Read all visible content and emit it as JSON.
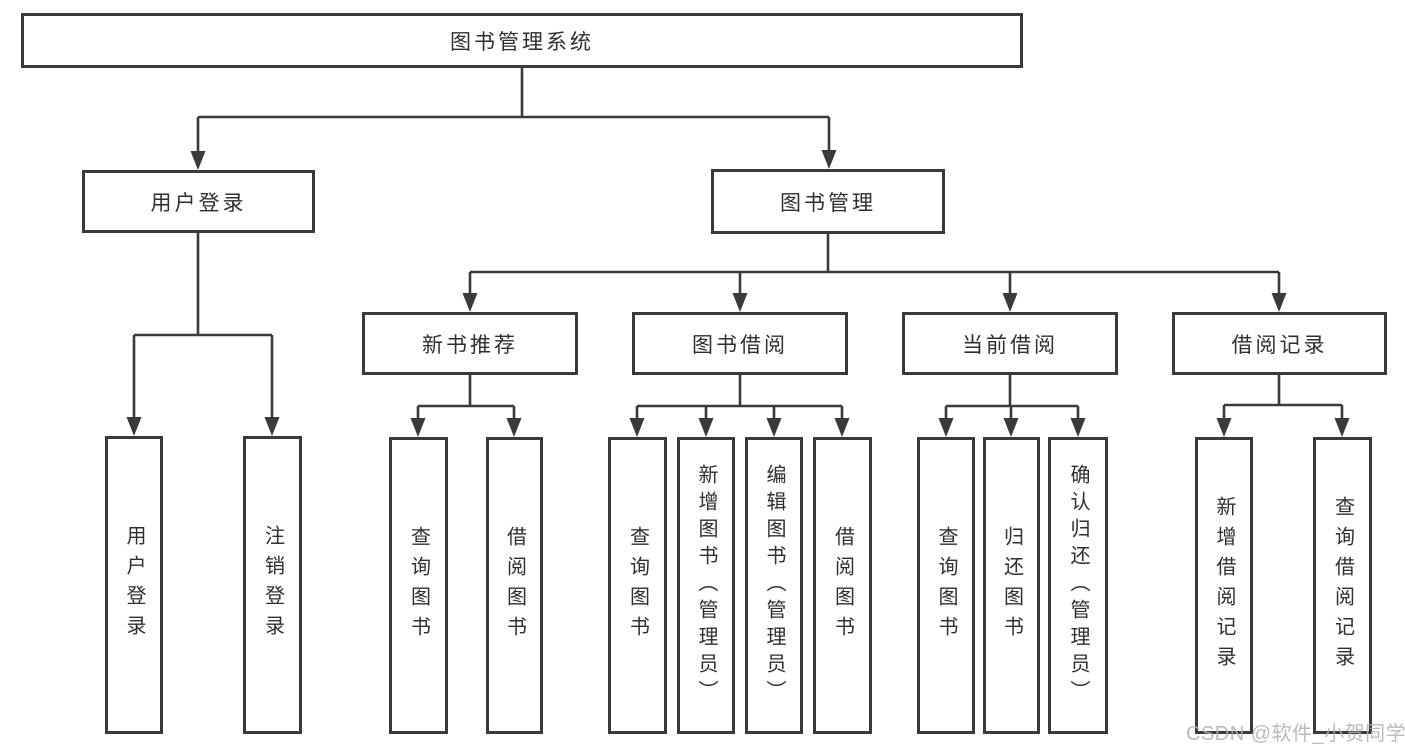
{
  "diagram": {
    "kind": "hierarchy-tree",
    "orientation": "top-down"
  },
  "colors": {
    "background": "#ffffff",
    "line": "#3a3a3c",
    "box_border": "#3a3a3c",
    "box_fill": "#ffffff",
    "text": "#2f2f31",
    "watermark": "#b2b2b2"
  },
  "nodes": {
    "root": {
      "label": "图书管理系统"
    },
    "user_login": {
      "label": "用户登录"
    },
    "book_mgmt": {
      "label": "图书管理"
    },
    "new_book_rec": {
      "label": "新书推荐"
    },
    "book_borrow": {
      "label": "图书借阅"
    },
    "current_borrow": {
      "label": "当前借阅"
    },
    "borrow_record": {
      "label": "借阅记录"
    },
    "leaf_user_login": {
      "label": "用户登录"
    },
    "leaf_logout": {
      "label": "注销登录"
    },
    "leaf_query_book_rec": {
      "label": "查询图书"
    },
    "leaf_borrow_book_rec": {
      "label": "借阅图书"
    },
    "leaf_query_book_borrow": {
      "label": "查询图书"
    },
    "leaf_add_book": {
      "label": "新增图书（管理员）"
    },
    "leaf_edit_book": {
      "label": "编辑图书（管理员）"
    },
    "leaf_borrow_book": {
      "label": "借阅图书"
    },
    "leaf_query_book_current": {
      "label": "查询图书"
    },
    "leaf_return_book": {
      "label": "归还图书"
    },
    "leaf_confirm_return": {
      "label": "确认归还（管理员）"
    },
    "leaf_add_record": {
      "label": "新增借阅记录"
    },
    "leaf_query_record": {
      "label": "查询借阅记录"
    }
  },
  "hierarchy": {
    "图书管理系统": {
      "用户登录": [
        "用户登录",
        "注销登录"
      ],
      "图书管理": {
        "新书推荐": [
          "查询图书",
          "借阅图书"
        ],
        "图书借阅": [
          "查询图书",
          "新增图书（管理员）",
          "编辑图书（管理员）",
          "借阅图书"
        ],
        "当前借阅": [
          "查询图书",
          "归还图书",
          "确认归还（管理员）"
        ],
        "借阅记录": [
          "新增借阅记录",
          "查询借阅记录"
        ]
      }
    }
  },
  "watermark": {
    "text": "CSDN @软件_小贺同学"
  }
}
